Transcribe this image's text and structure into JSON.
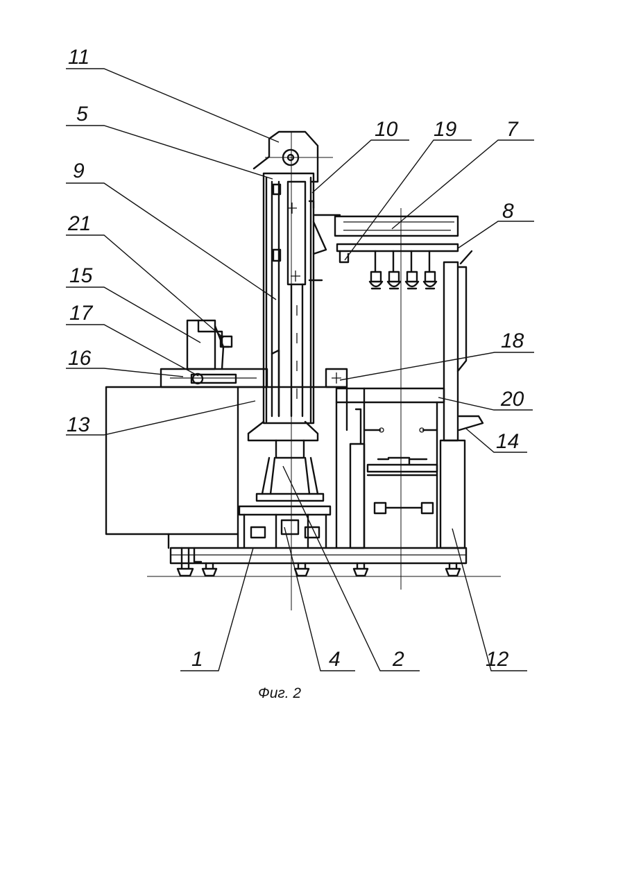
{
  "figure": {
    "caption": "Фиг. 2",
    "labels": [
      "11",
      "5",
      "9",
      "21",
      "15",
      "17",
      "16",
      "13",
      "10",
      "19",
      "7",
      "8",
      "18",
      "20",
      "14",
      "1",
      "4",
      "2",
      "12"
    ]
  }
}
